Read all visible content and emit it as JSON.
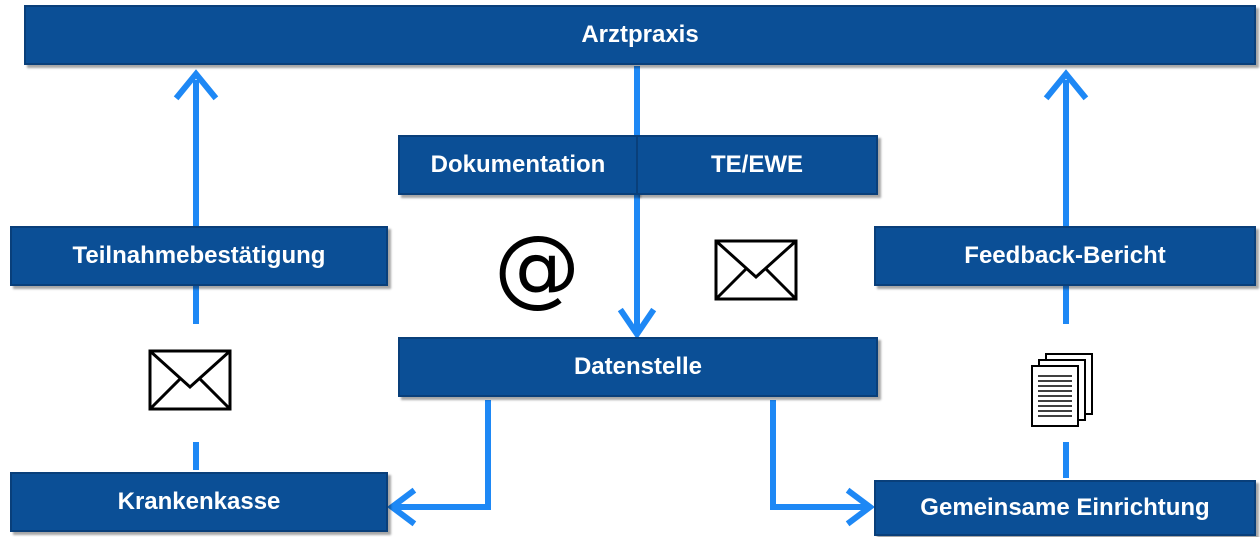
{
  "nodes": {
    "arztpraxis": "Arztpraxis",
    "dokumentation": "Dokumentation",
    "te_ewe": "TE/EWE",
    "teilnahme": "Teilnahmebestätigung",
    "feedback": "Feedback-Bericht",
    "datenstelle": "Datenstelle",
    "krankenkasse": "Krankenkasse",
    "gemeinsame": "Gemeinsame Einrichtung"
  },
  "icons": {
    "at_symbol": "@",
    "envelope_center": "envelope-icon",
    "envelope_left": "envelope-icon",
    "documents_right": "documents-icon"
  },
  "colors": {
    "box_fill": "#0b4f96",
    "arrow": "#1e88f5",
    "text": "#ffffff"
  }
}
